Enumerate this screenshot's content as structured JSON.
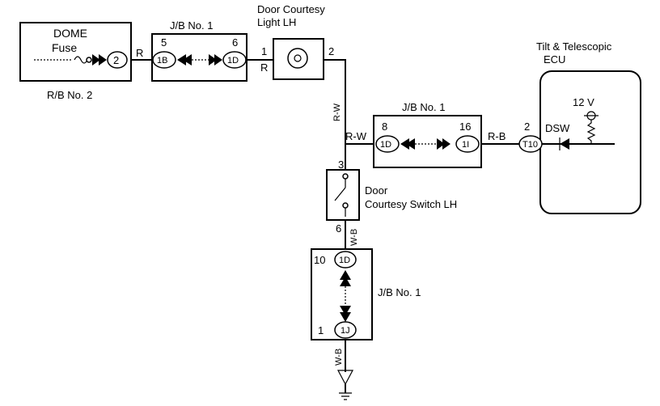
{
  "relay_block": {
    "title": "DOME",
    "fuse": "Fuse",
    "pin": "2",
    "name": "R/B No. 2"
  },
  "jb_top": {
    "title": "J/B No. 1",
    "left_num": "5",
    "right_num": "6",
    "left_pin": "1B",
    "right_pin": "1D"
  },
  "light": {
    "title_1": "Door Courtesy",
    "title_2": "Light LH",
    "pin_in": "1",
    "pin_out": "2"
  },
  "jb_mid": {
    "title": "J/B No. 1",
    "left_num": "8",
    "right_num": "16",
    "left_pin": "1D",
    "right_pin": "1I"
  },
  "ecu": {
    "title_1": "Tilt & Telescopic",
    "title_2": "ECU",
    "pin_num": "2",
    "pin": "T10",
    "dsw": "DSW",
    "voltage": "12 V"
  },
  "switch": {
    "title_1": "Door",
    "title_2": "Courtesy Switch LH",
    "pin_top": "3",
    "pin_bottom": "6"
  },
  "jb_bottom": {
    "title": "J/B No. 1",
    "top_num": "10",
    "top_pin": "1D",
    "bottom_num": "1",
    "bottom_pin": "1J"
  },
  "wires": {
    "r1": "R",
    "r2": "R",
    "rw_vert": "R-W",
    "rw_horiz": "R-W",
    "rb": "R-B",
    "wb1": "W-B",
    "wb2": "W-B"
  }
}
